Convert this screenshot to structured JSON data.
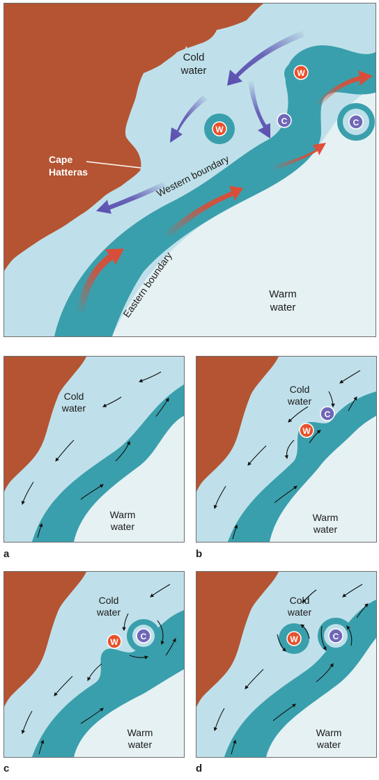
{
  "main": {
    "cold_water_line1": "Cold",
    "cold_water_line2": "water",
    "warm_water_line1": "Warm",
    "warm_water_line2": "water",
    "cape_line1": "Cape",
    "cape_line2": "Hatteras",
    "western_boundary": "Western boundary",
    "eastern_boundary": "Eastern boundary",
    "warm_eddy_symbol": "W",
    "cold_eddy_symbol": "C"
  },
  "panels": {
    "a": {
      "letter": "a",
      "cold1": "Cold",
      "cold2": "water",
      "warm1": "Warm",
      "warm2": "water"
    },
    "b": {
      "letter": "b",
      "cold1": "Cold",
      "cold2": "water",
      "warm1": "Warm",
      "warm2": "water",
      "w": "W",
      "c": "C"
    },
    "c": {
      "letter": "c",
      "cold1": "Cold",
      "cold2": "water",
      "warm1": "Warm",
      "warm2": "water",
      "w": "W",
      "c": "C"
    },
    "d": {
      "letter": "d",
      "cold1": "Cold",
      "cold2": "water",
      "warm1": "Warm",
      "warm2": "water",
      "w": "W",
      "c": "C"
    }
  },
  "colors": {
    "land": "#b45432",
    "cold_water": "#bfe0ea",
    "gulf_stream": "#3a9fac",
    "warm_water": "#e6f1f4",
    "warm_eddy": "#e8522c",
    "cold_eddy": "#7067b8",
    "cold_arrow": "#5a4fb0",
    "warm_arrow": "#e04a33"
  }
}
